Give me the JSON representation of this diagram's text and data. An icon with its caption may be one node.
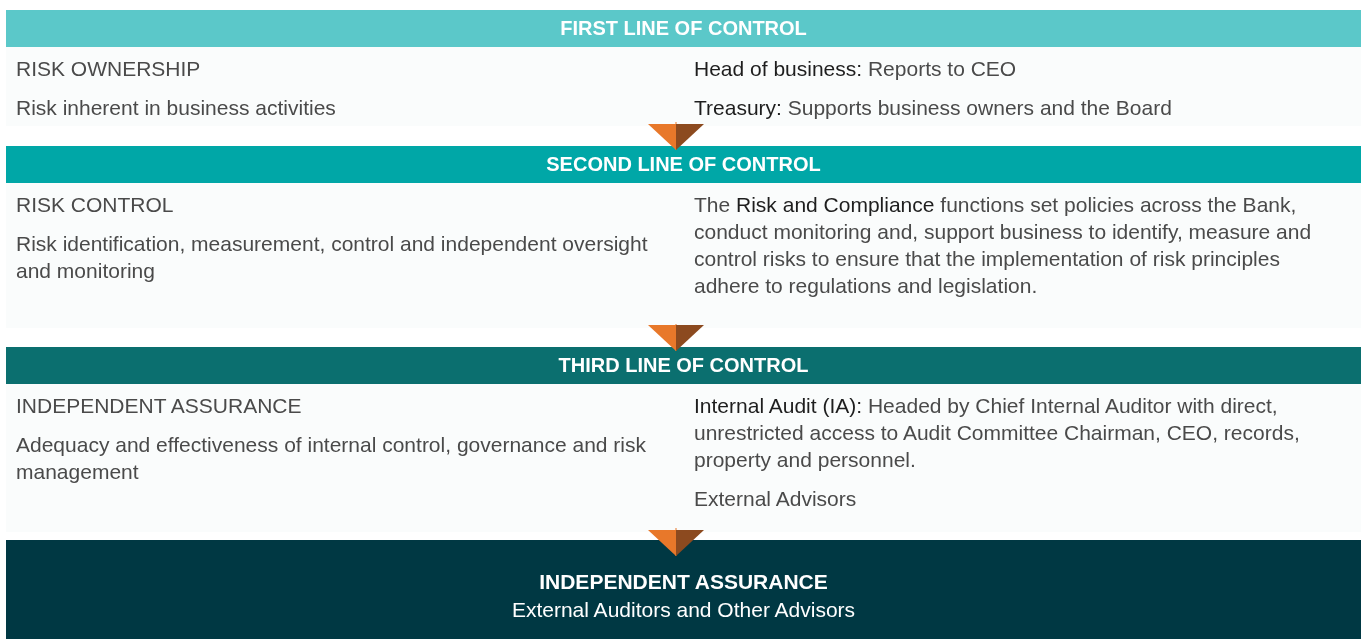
{
  "diagram": {
    "nodes": [
      {
        "text": [
          "FIRST LINE OF CONTROL",
          "RISK OWNERSHIP",
          "Risk inherent in business activities",
          "**Head of business:** Reports to CEO",
          "**Treasury:** Supports business owners and the Board"
        ]
      },
      {
        "text": [
          "SECOND LINE OF CONTROL",
          "RISK CONTROL",
          "Risk identification, measurement, control and independent oversight and monitoring",
          "The **Risk and Compliance** functions set policies across the Bank, conduct monitoring and, support business to identify, measure and control risks to ensure that the implementation of risk principles adhere to regulations and legislation."
        ]
      },
      {
        "text": [
          "THIRD LINE OF CONTROL",
          "INDEPENDENT ASSURANCE",
          "Adequacy and effectiveness of internal control, governance and risk management",
          "**Internal Audit (IA):** Headed by Chief Internal Auditor with direct, unrestricted access to Audit Committee Chairman, CEO, records, property and personnel.",
          "External Advisors"
        ]
      },
      {
        "text": [
          "INDEPENDENT ASSURANCE",
          "External Auditors and Other Advisors"
        ]
      }
    ],
    "edges": [
      {
        "from": 0,
        "to": 1,
        "arrow": "to"
      },
      {
        "from": 1,
        "to": 2,
        "arrow": "to"
      },
      {
        "from": 2,
        "to": 3,
        "arrow": "to"
      }
    ]
  }
}
